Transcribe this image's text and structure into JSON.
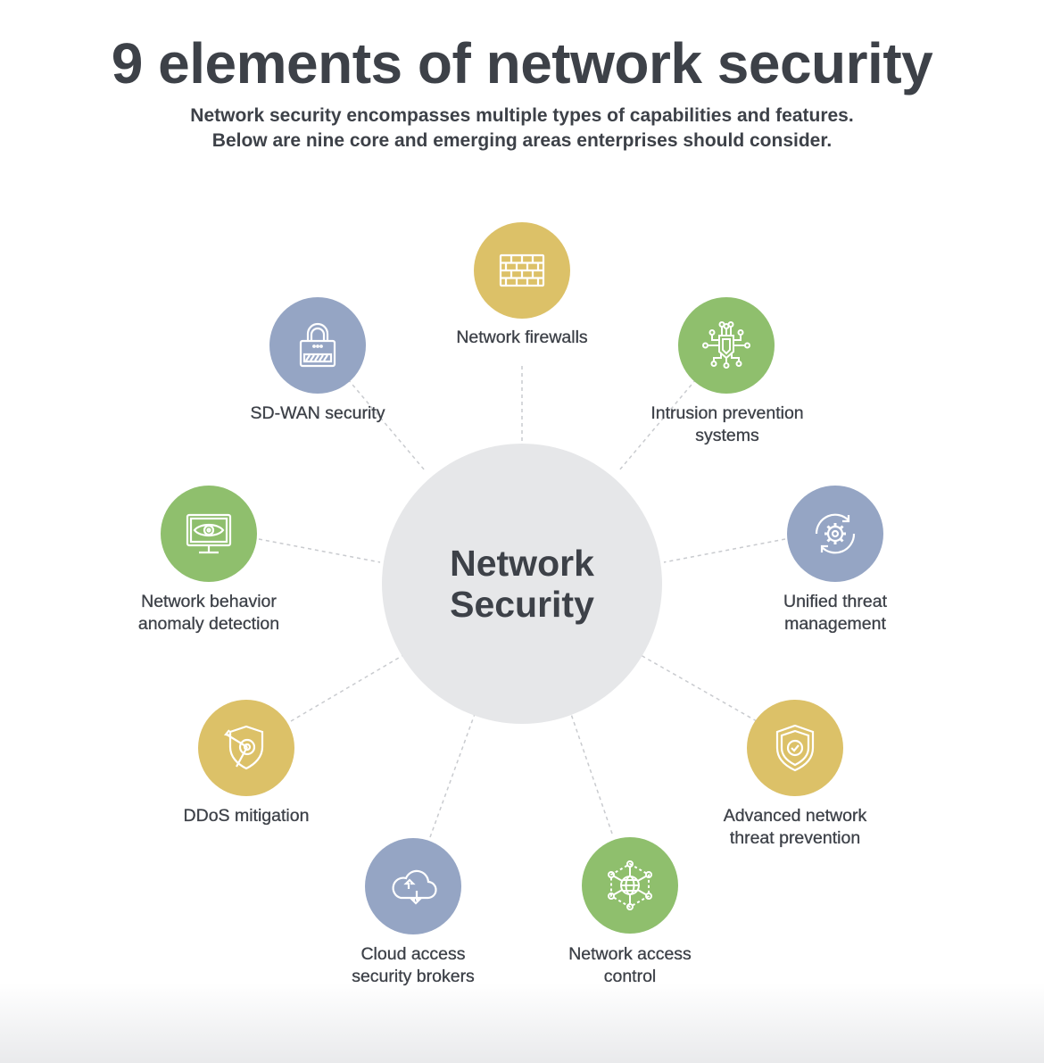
{
  "header": {
    "title": "9 elements of network security",
    "subtitle_line1": "Network security encompasses multiple types of capabilities and features.",
    "subtitle_line2": "Below are nine core and emerging areas enterprises should consider."
  },
  "hub": {
    "line1": "Network",
    "line2": "Security"
  },
  "colors": {
    "yellow": "#dcc168",
    "green": "#8fbf6d",
    "blue": "#95a5c4",
    "hub": "#e6e7e9",
    "text": "#3d4148"
  },
  "elements": [
    {
      "line1": "Network firewalls",
      "line2": "",
      "color": "yellow",
      "icon": "brick-wall-icon"
    },
    {
      "line1": "Intrusion prevention",
      "line2": "systems",
      "color": "green",
      "icon": "circuit-shield-icon"
    },
    {
      "line1": "Unified threat",
      "line2": "management",
      "color": "blue",
      "icon": "gear-cycle-icon"
    },
    {
      "line1": "Advanced network",
      "line2": "threat prevention",
      "color": "yellow",
      "icon": "shield-check-icon"
    },
    {
      "line1": "Network access",
      "line2": "control",
      "color": "green",
      "icon": "globe-network-icon"
    },
    {
      "line1": "Cloud access",
      "line2": "security brokers",
      "color": "blue",
      "icon": "cloud-sync-icon"
    },
    {
      "line1": "DDoS mitigation",
      "line2": "",
      "color": "yellow",
      "icon": "target-shield-icon"
    },
    {
      "line1": "Network behavior",
      "line2": "anomaly detection",
      "color": "green",
      "icon": "monitor-eye-icon"
    },
    {
      "line1": "SD-WAN security",
      "line2": "",
      "color": "blue",
      "icon": "padlock-icon"
    }
  ]
}
